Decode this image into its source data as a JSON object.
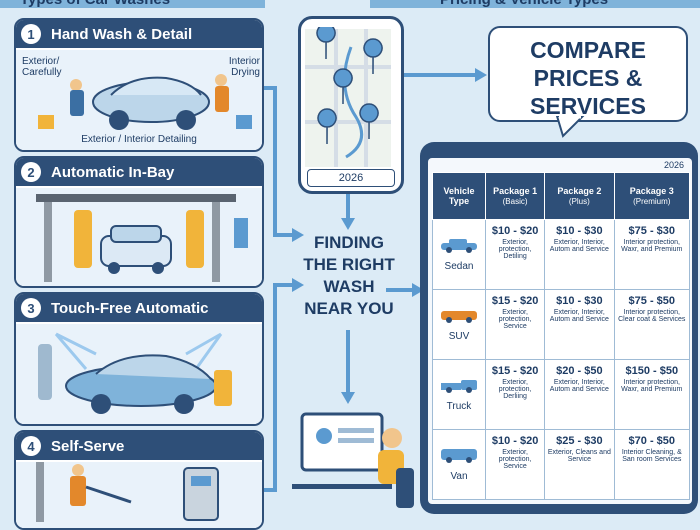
{
  "header": {
    "left_title": "Types of Car Washes",
    "right_title": "Pricing & Vehicle Types"
  },
  "cards": [
    {
      "num": "1",
      "title": "Hand Wash & Detail",
      "label_left": "Exterior/ Carefully",
      "label_right": "Interior Drying",
      "caption": "Exterior / Interior Detailing"
    },
    {
      "num": "2",
      "title": "Automatic In-Bay"
    },
    {
      "num": "3",
      "title": "Touch-Free Automatic"
    },
    {
      "num": "4",
      "title": "Self-Serve"
    }
  ],
  "phone": {
    "year": "2026"
  },
  "finding": {
    "line1": "FINDING",
    "line2": "THE RIGHT",
    "line3": "WASH",
    "line4": "NEAR YOU"
  },
  "compare": {
    "line1": "COMPARE",
    "line2": "PRICES &",
    "line3": "SERVICES"
  },
  "tablet": {
    "year": "2026",
    "headers": {
      "vehicle": "Vehicle Type",
      "p1": "Package 1",
      "p1_sub": "(Basic)",
      "p2": "Package 2",
      "p2_sub": "(Plus)",
      "p3": "Package 3",
      "p3_sub": "(Premium)"
    },
    "rows": [
      {
        "vehicle": "Sedan",
        "p1_price": "$10 - $20",
        "p1_desc": "Exterior, protection, Detiling",
        "p2_price": "$10 - $30",
        "p2_desc": "Exterior, Interior, Autom and Service",
        "p3_price": "$75 - $30",
        "p3_desc": "Interior protection, Waxr, and Premium"
      },
      {
        "vehicle": "SUV",
        "p1_price": "$15 - $20",
        "p1_desc": "Exterior, protection, Service",
        "p2_price": "$10 - $30",
        "p2_desc": "Exterior, Interior, Autom and Service",
        "p3_price": "$75 - $50",
        "p3_desc": "Interior protection, Clear coat & Services"
      },
      {
        "vehicle": "Truck",
        "p1_price": "$15 - $20",
        "p1_desc": "Exterior, protection, Derliing",
        "p2_price": "$20 - $50",
        "p2_desc": "Exterior, Interior, Autom and Service",
        "p3_price": "$150 - $50",
        "p3_desc": "Interior protection, Waxr, and Premium"
      },
      {
        "vehicle": "Van",
        "p1_price": "$10 - $20",
        "p1_desc": "Exterior, protection, Service",
        "p2_price": "$25 - $30",
        "p2_desc": "Exterior, Cleans and Service",
        "p3_price": "$70 - $50",
        "p3_desc": "Interior Cleaning, & San room Services"
      }
    ]
  }
}
